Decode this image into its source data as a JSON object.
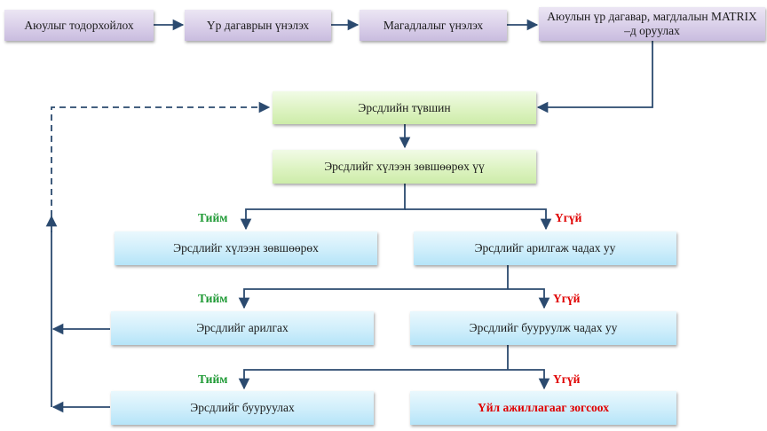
{
  "top_row": {
    "step1": "Аюулыг тодорхойлох",
    "step2": "Үр дагаврын үнэлэх",
    "step3": "Магадлалыг үнэлэх",
    "step4": "Аюулын үр дагавар, магдлалын MATRIX –д оруулах"
  },
  "risk_level": "Эрсдлийн түвшин",
  "acceptable_question": "Эрсдлийг хүлээн зөвшөөрөх үү",
  "accept_result": "Эрсдлийг хүлээн зөвшөөрөх",
  "eliminate_question": "Эрсдлийг арилгаж чадах уу",
  "eliminate_result": "Эрсдлийг арилгах",
  "reduce_question": "Эрсдлийг бууруулж  чадах уу",
  "reduce_result": "Эрсдлийг бууруулах",
  "stop_result": "Үйл ажиллагааг зогсоох",
  "branch_labels": {
    "yes_1": "Тийм",
    "no_1": "Үгүй",
    "yes_2": "Тийм",
    "no_2": "Үгүй",
    "yes_3": "Тийм",
    "no_3": "Үгүй"
  },
  "colors": {
    "arrow": "#2b4a6f",
    "yes": "#1f9a35",
    "no": "#e00000",
    "top_box": "#d9cfe9",
    "decision_box": "#ddf3c2",
    "result_box": "#cfeefb"
  }
}
